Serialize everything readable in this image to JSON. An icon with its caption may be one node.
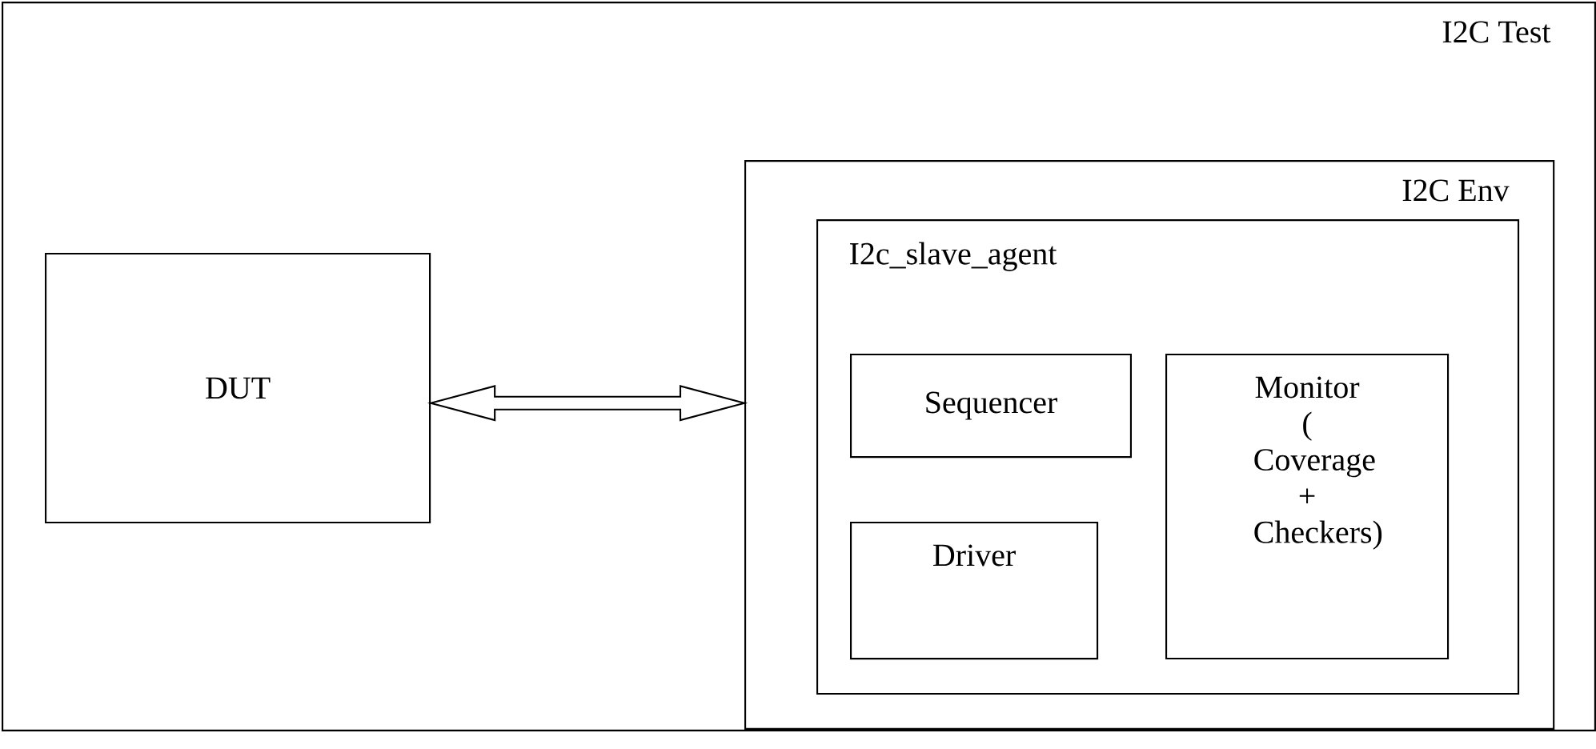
{
  "diagram": {
    "nodes": [
      {
        "text": [
          "I2C Test"
        ]
      },
      {
        "text": [
          "DUT"
        ],
        "in": 0
      },
      {
        "text": [
          "I2C Env"
        ],
        "in": 0
      },
      {
        "text": [
          "I2c_slave_agent"
        ],
        "in": 2
      },
      {
        "text": [
          "Sequencer"
        ],
        "in": 3
      },
      {
        "text": [
          "Monitor ( Coverage + Checkers)"
        ],
        "in": 3
      },
      {
        "text": [
          "Driver"
        ],
        "in": 3
      }
    ],
    "edges": [
      {
        "from": 1,
        "to": 2,
        "arrow": "both"
      }
    ]
  }
}
